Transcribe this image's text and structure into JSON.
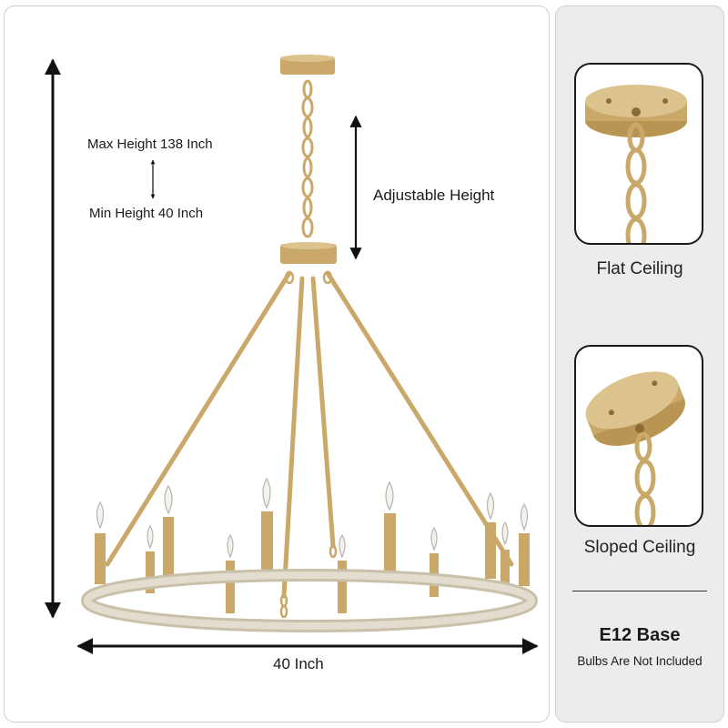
{
  "dimensions": {
    "max_height": "Max Height 138 Inch",
    "min_height": "Min Height 40 Inch",
    "adjustable": "Adjustable Height",
    "width": "40 Inch"
  },
  "options": [
    {
      "caption": "Flat Ceiling"
    },
    {
      "caption": "Sloped Ceiling"
    }
  ],
  "base": {
    "title": "E12 Base",
    "note": "Bulbs Are Not Included"
  },
  "colors": {
    "brass": "#c9a86a",
    "brass_dark": "#a8874a",
    "wood_ring": "#d8d2c2",
    "arrow": "#111111",
    "panel_bg": "#ececec"
  }
}
